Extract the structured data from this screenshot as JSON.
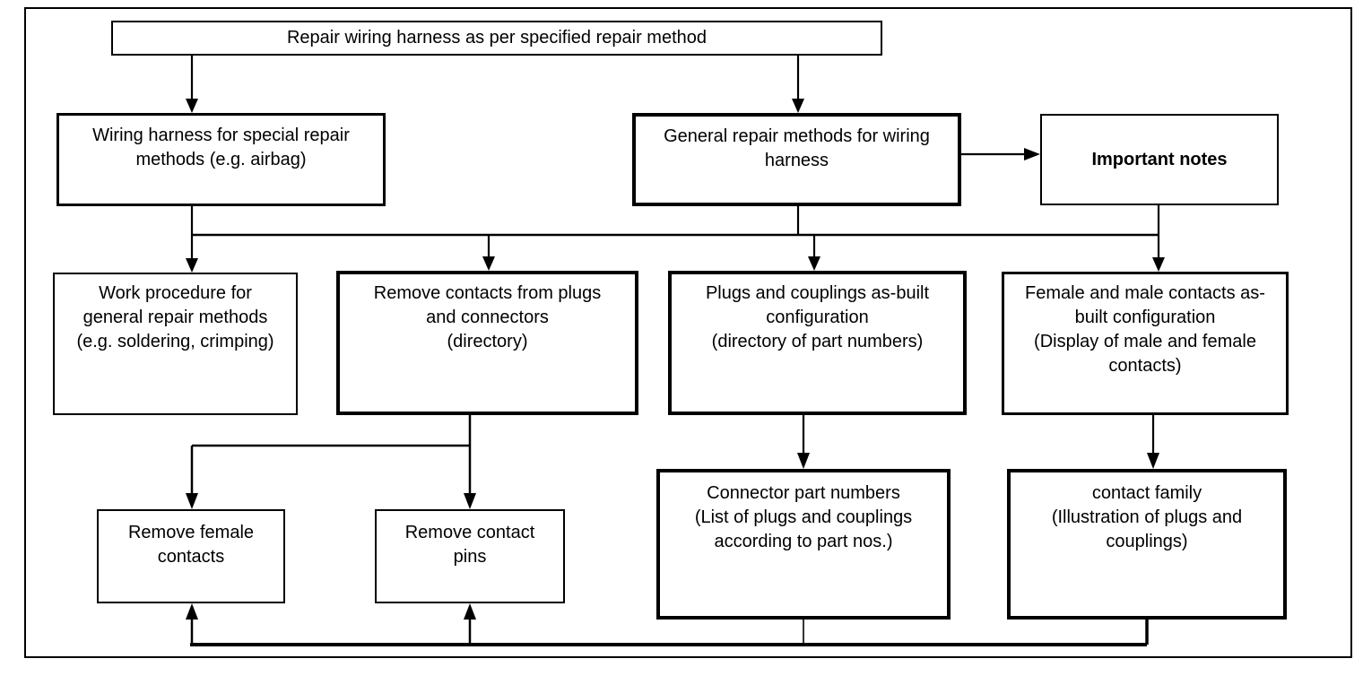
{
  "colors": {
    "background": "#ffffff",
    "line": "#000000",
    "text": "#000000"
  },
  "nodes": {
    "root": {
      "label": "Repair wiring harness as per specified repair method"
    },
    "special": {
      "label": "Wiring harness for special repair\nmethods (e.g. airbag)"
    },
    "general": {
      "label": "General repair methods for wiring\nharness"
    },
    "notes": {
      "label": "Important notes"
    },
    "work_procedure": {
      "label": "Work procedure for\ngeneral repair methods\n(e.g. soldering, crimping)"
    },
    "remove_contacts": {
      "label": "Remove contacts from plugs\nand connectors\n(directory)"
    },
    "plugs_couplings": {
      "label": "Plugs and couplings as-built\nconfiguration\n(directory of part numbers)"
    },
    "female_male": {
      "label": "Female and male contacts as-\nbuilt configuration\n(Display of male and female\ncontacts)"
    },
    "remove_female": {
      "label": "Remove female\ncontacts"
    },
    "remove_pins": {
      "label": "Remove contact\npins"
    },
    "connector_parts": {
      "label": "Connector part numbers\n(List of plugs and couplings\naccording to part nos.)"
    },
    "contact_family": {
      "label": "contact family\n(Illustration of plugs and\ncouplings)"
    }
  },
  "edges": [
    {
      "from": "root",
      "to": "special",
      "arrow": true
    },
    {
      "from": "root",
      "to": "general",
      "arrow": true
    },
    {
      "from": "general",
      "to": "notes",
      "arrow": true
    },
    {
      "from": "special",
      "to": "work_procedure",
      "arrow": true
    },
    {
      "from": "general",
      "to": "plugs_couplings",
      "arrow": true
    },
    {
      "from": "notes",
      "to": "female_male",
      "arrow": true
    },
    {
      "from": "distribution_rail",
      "to": "remove_contacts",
      "arrow": true
    },
    {
      "from": "remove_contacts",
      "to": "remove_female",
      "arrow": true
    },
    {
      "from": "remove_contacts",
      "to": "remove_pins",
      "arrow": true
    },
    {
      "from": "plugs_couplings",
      "to": "connector_parts",
      "arrow": true
    },
    {
      "from": "female_male",
      "to": "contact_family",
      "arrow": true
    },
    {
      "from": "connector_parts",
      "to": "feedback_rail",
      "arrow": false
    },
    {
      "from": "contact_family",
      "to": "feedback_rail",
      "arrow": false
    },
    {
      "from": "feedback_rail",
      "to": "remove_female",
      "arrow": true
    },
    {
      "from": "feedback_rail",
      "to": "remove_pins",
      "arrow": true
    }
  ]
}
